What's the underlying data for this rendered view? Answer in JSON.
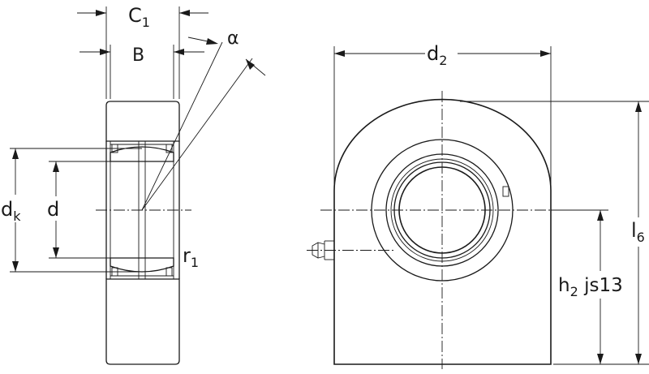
{
  "colors": {
    "section_fill": "#b8c6e6",
    "line": "#1a1a1a",
    "background": "#ffffff"
  },
  "labels": {
    "c1": "C",
    "c1_sub": "1",
    "b": "B",
    "alpha": "α",
    "dk": "d",
    "dk_sub": "k",
    "d": "d",
    "r1": "r",
    "r1_sub": "1",
    "d2": "d",
    "d2_sub": "2",
    "l6": "l",
    "l6_sub": "6",
    "h2": "h",
    "h2_sub": "2",
    "h2_tol": " js13"
  }
}
